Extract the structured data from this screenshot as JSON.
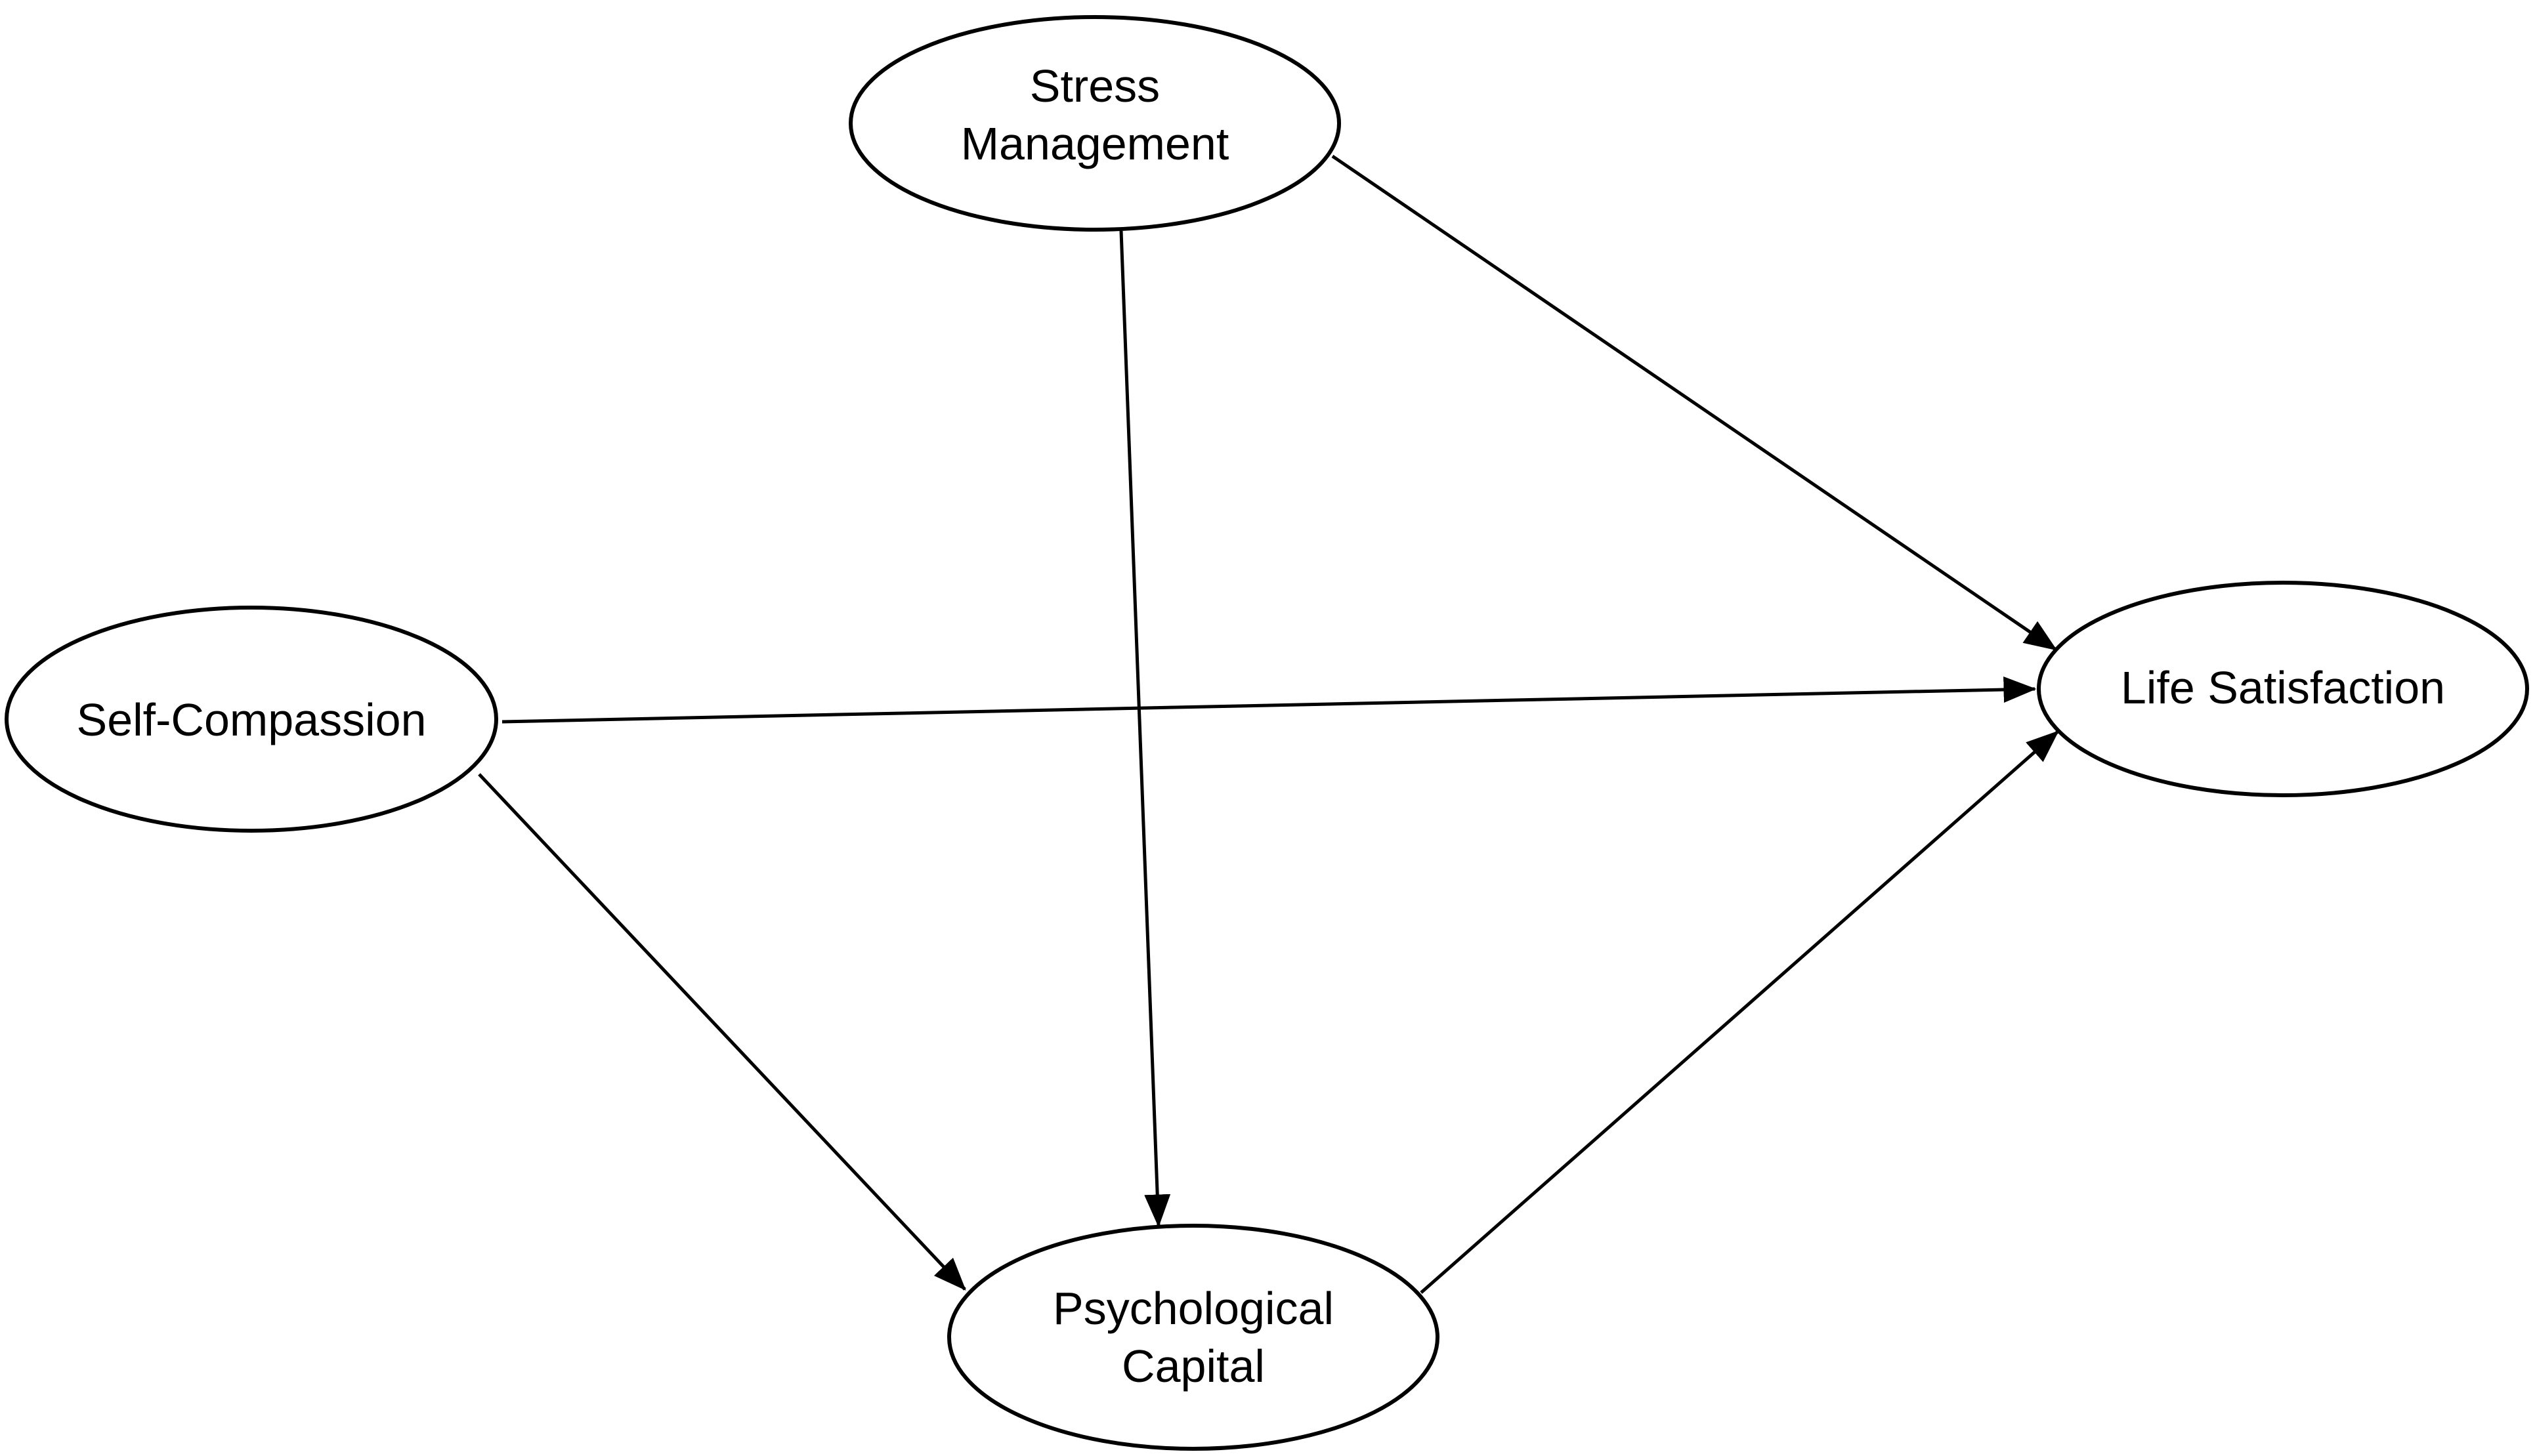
{
  "nodes": {
    "stress_management": {
      "line1": "Stress",
      "line2": "Management"
    },
    "self_compassion": {
      "label": "Self-Compassion"
    },
    "life_satisfaction": {
      "label": "Life Satisfaction"
    },
    "psychological_capital": {
      "line1": "Psychological",
      "line2": "Capital"
    }
  },
  "edges": [
    {
      "from": "Stress Management",
      "to": "Psychological Capital"
    },
    {
      "from": "Stress Management",
      "to": "Life Satisfaction"
    },
    {
      "from": "Self-Compassion",
      "to": "Life Satisfaction"
    },
    {
      "from": "Self-Compassion",
      "to": "Psychological Capital"
    },
    {
      "from": "Psychological Capital",
      "to": "Life Satisfaction"
    }
  ],
  "colors": {
    "stroke": "#000000",
    "background": "#ffffff"
  }
}
